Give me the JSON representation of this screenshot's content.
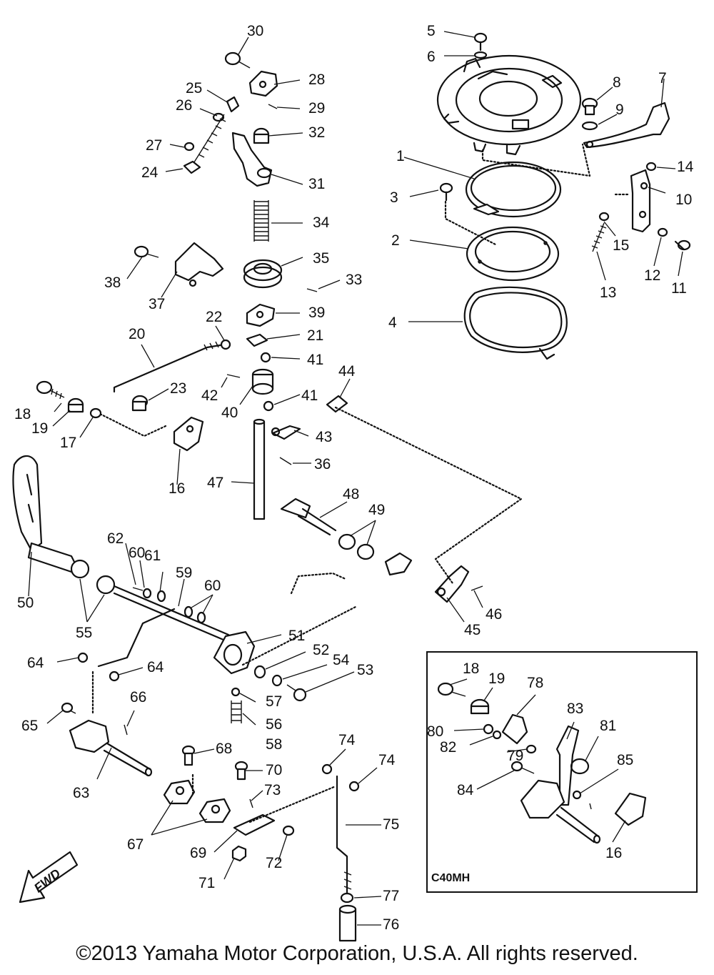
{
  "diagram": {
    "part_numbers": [
      "1",
      "2",
      "3",
      "4",
      "5",
      "6",
      "7",
      "8",
      "9",
      "10",
      "11",
      "12",
      "13",
      "14",
      "15",
      "16",
      "17",
      "18",
      "19",
      "20",
      "21",
      "22",
      "23",
      "24",
      "25",
      "26",
      "27",
      "28",
      "29",
      "30",
      "31",
      "32",
      "33",
      "34",
      "35",
      "36",
      "37",
      "38",
      "39",
      "40",
      "41",
      "41",
      "42",
      "43",
      "44",
      "45",
      "46",
      "47",
      "48",
      "49",
      "50",
      "51",
      "52",
      "53",
      "54",
      "55",
      "56",
      "57",
      "58",
      "59",
      "60",
      "60",
      "61",
      "62",
      "63",
      "64",
      "64",
      "65",
      "66",
      "67",
      "68",
      "69",
      "70",
      "71",
      "72",
      "73",
      "74",
      "74",
      "75",
      "76",
      "77"
    ],
    "inset": {
      "title": "C40MH",
      "part_numbers": [
        "18",
        "19",
        "78",
        "80",
        "82",
        "79",
        "83",
        "81",
        "85",
        "84",
        "16"
      ]
    },
    "direction_label": "FWD",
    "icons": [
      "fwd-arrow-icon"
    ]
  },
  "footer": {
    "copyright": "©2013 Yamaha Motor Corporation, U.S.A. All rights reserved."
  }
}
